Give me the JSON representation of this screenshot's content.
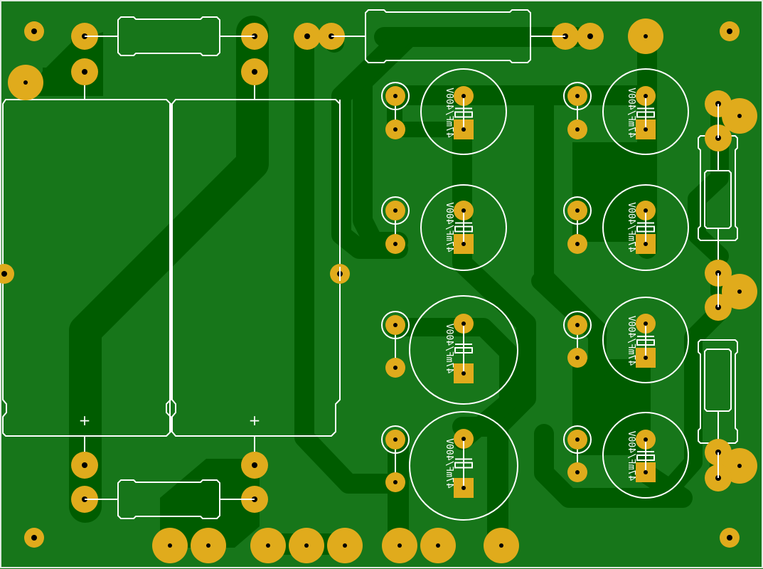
{
  "board": {
    "title": "Capacitor bank power supply PCB (bottom view)",
    "colors": {
      "substrate": "#17761a",
      "copper_trace": "#005c00",
      "pad": "#e0ab1c",
      "drill": "#000000",
      "silkscreen": "#ffffff",
      "outline": "#dfe9df"
    }
  },
  "capacitor_label": "47mF/400V",
  "plus_sign": "+",
  "capacitors": [
    {
      "id": "C1",
      "label": "47mF/400V",
      "size": "small"
    },
    {
      "id": "C2",
      "label": "47mF/400V",
      "size": "small"
    },
    {
      "id": "C3",
      "label": "47mF/400V",
      "size": "large"
    },
    {
      "id": "C4",
      "label": "47mF/400V",
      "size": "large"
    },
    {
      "id": "C5",
      "label": "47mF/400V",
      "size": "small"
    },
    {
      "id": "C6",
      "label": "47mF/400V",
      "size": "small"
    },
    {
      "id": "C7",
      "label": "47mF/400V",
      "size": "small"
    },
    {
      "id": "C8",
      "label": "47mF/400V",
      "size": "small"
    }
  ],
  "bridge_blocks": [
    {
      "id": "B1",
      "polarity_mark": "+"
    },
    {
      "id": "B2",
      "polarity_mark": "+"
    }
  ],
  "resistors": [
    {
      "id": "R1",
      "orientation": "horizontal"
    },
    {
      "id": "R2",
      "orientation": "horizontal"
    },
    {
      "id": "R3",
      "orientation": "horizontal"
    },
    {
      "id": "R4",
      "orientation": "vertical"
    },
    {
      "id": "R5",
      "orientation": "vertical"
    }
  ],
  "terminal_pads_bottom_count": 8,
  "mounting_holes_count": 4
}
